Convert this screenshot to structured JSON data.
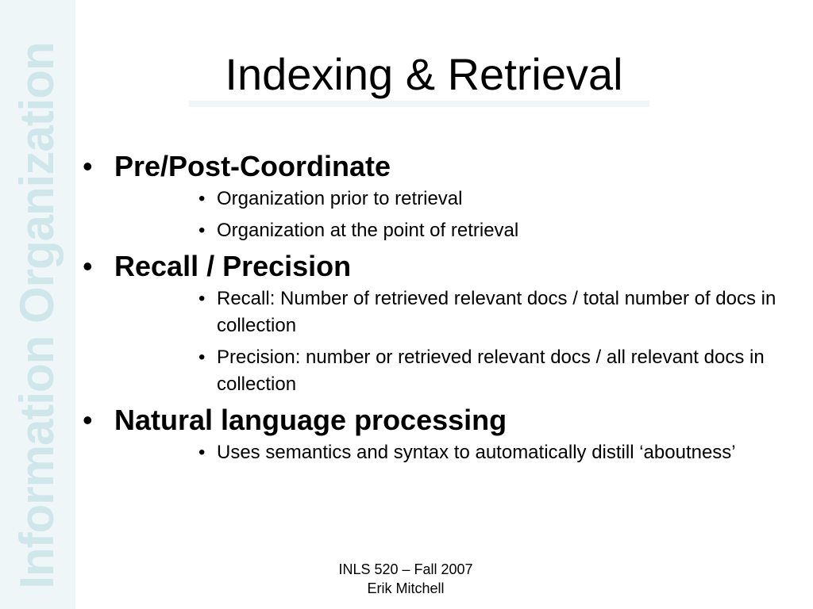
{
  "slide": {
    "title": "Indexing & Retrieval",
    "side_text": "Information Organization",
    "bullet_glyph": "•",
    "sections": [
      {
        "heading": "Pre/Post-Coordinate",
        "items": [
          "Organization prior to retrieval",
          "Organization at the point of retrieval"
        ]
      },
      {
        "heading": "Recall / Precision",
        "items": [
          "Recall:  Number of retrieved relevant docs / total number of docs in collection",
          "Precision:  number or retrieved relevant docs / all relevant docs in collection"
        ]
      },
      {
        "heading": "Natural language processing",
        "items": [
          "Uses semantics and syntax to automatically distill ‘aboutness’"
        ]
      }
    ],
    "footer": {
      "line1": "INLS 520 – Fall 2007",
      "line2": "Erik Mitchell"
    }
  },
  "colors": {
    "side_band": "#eef6f8",
    "side_text": "#cfe6ea",
    "text": "#000000"
  }
}
